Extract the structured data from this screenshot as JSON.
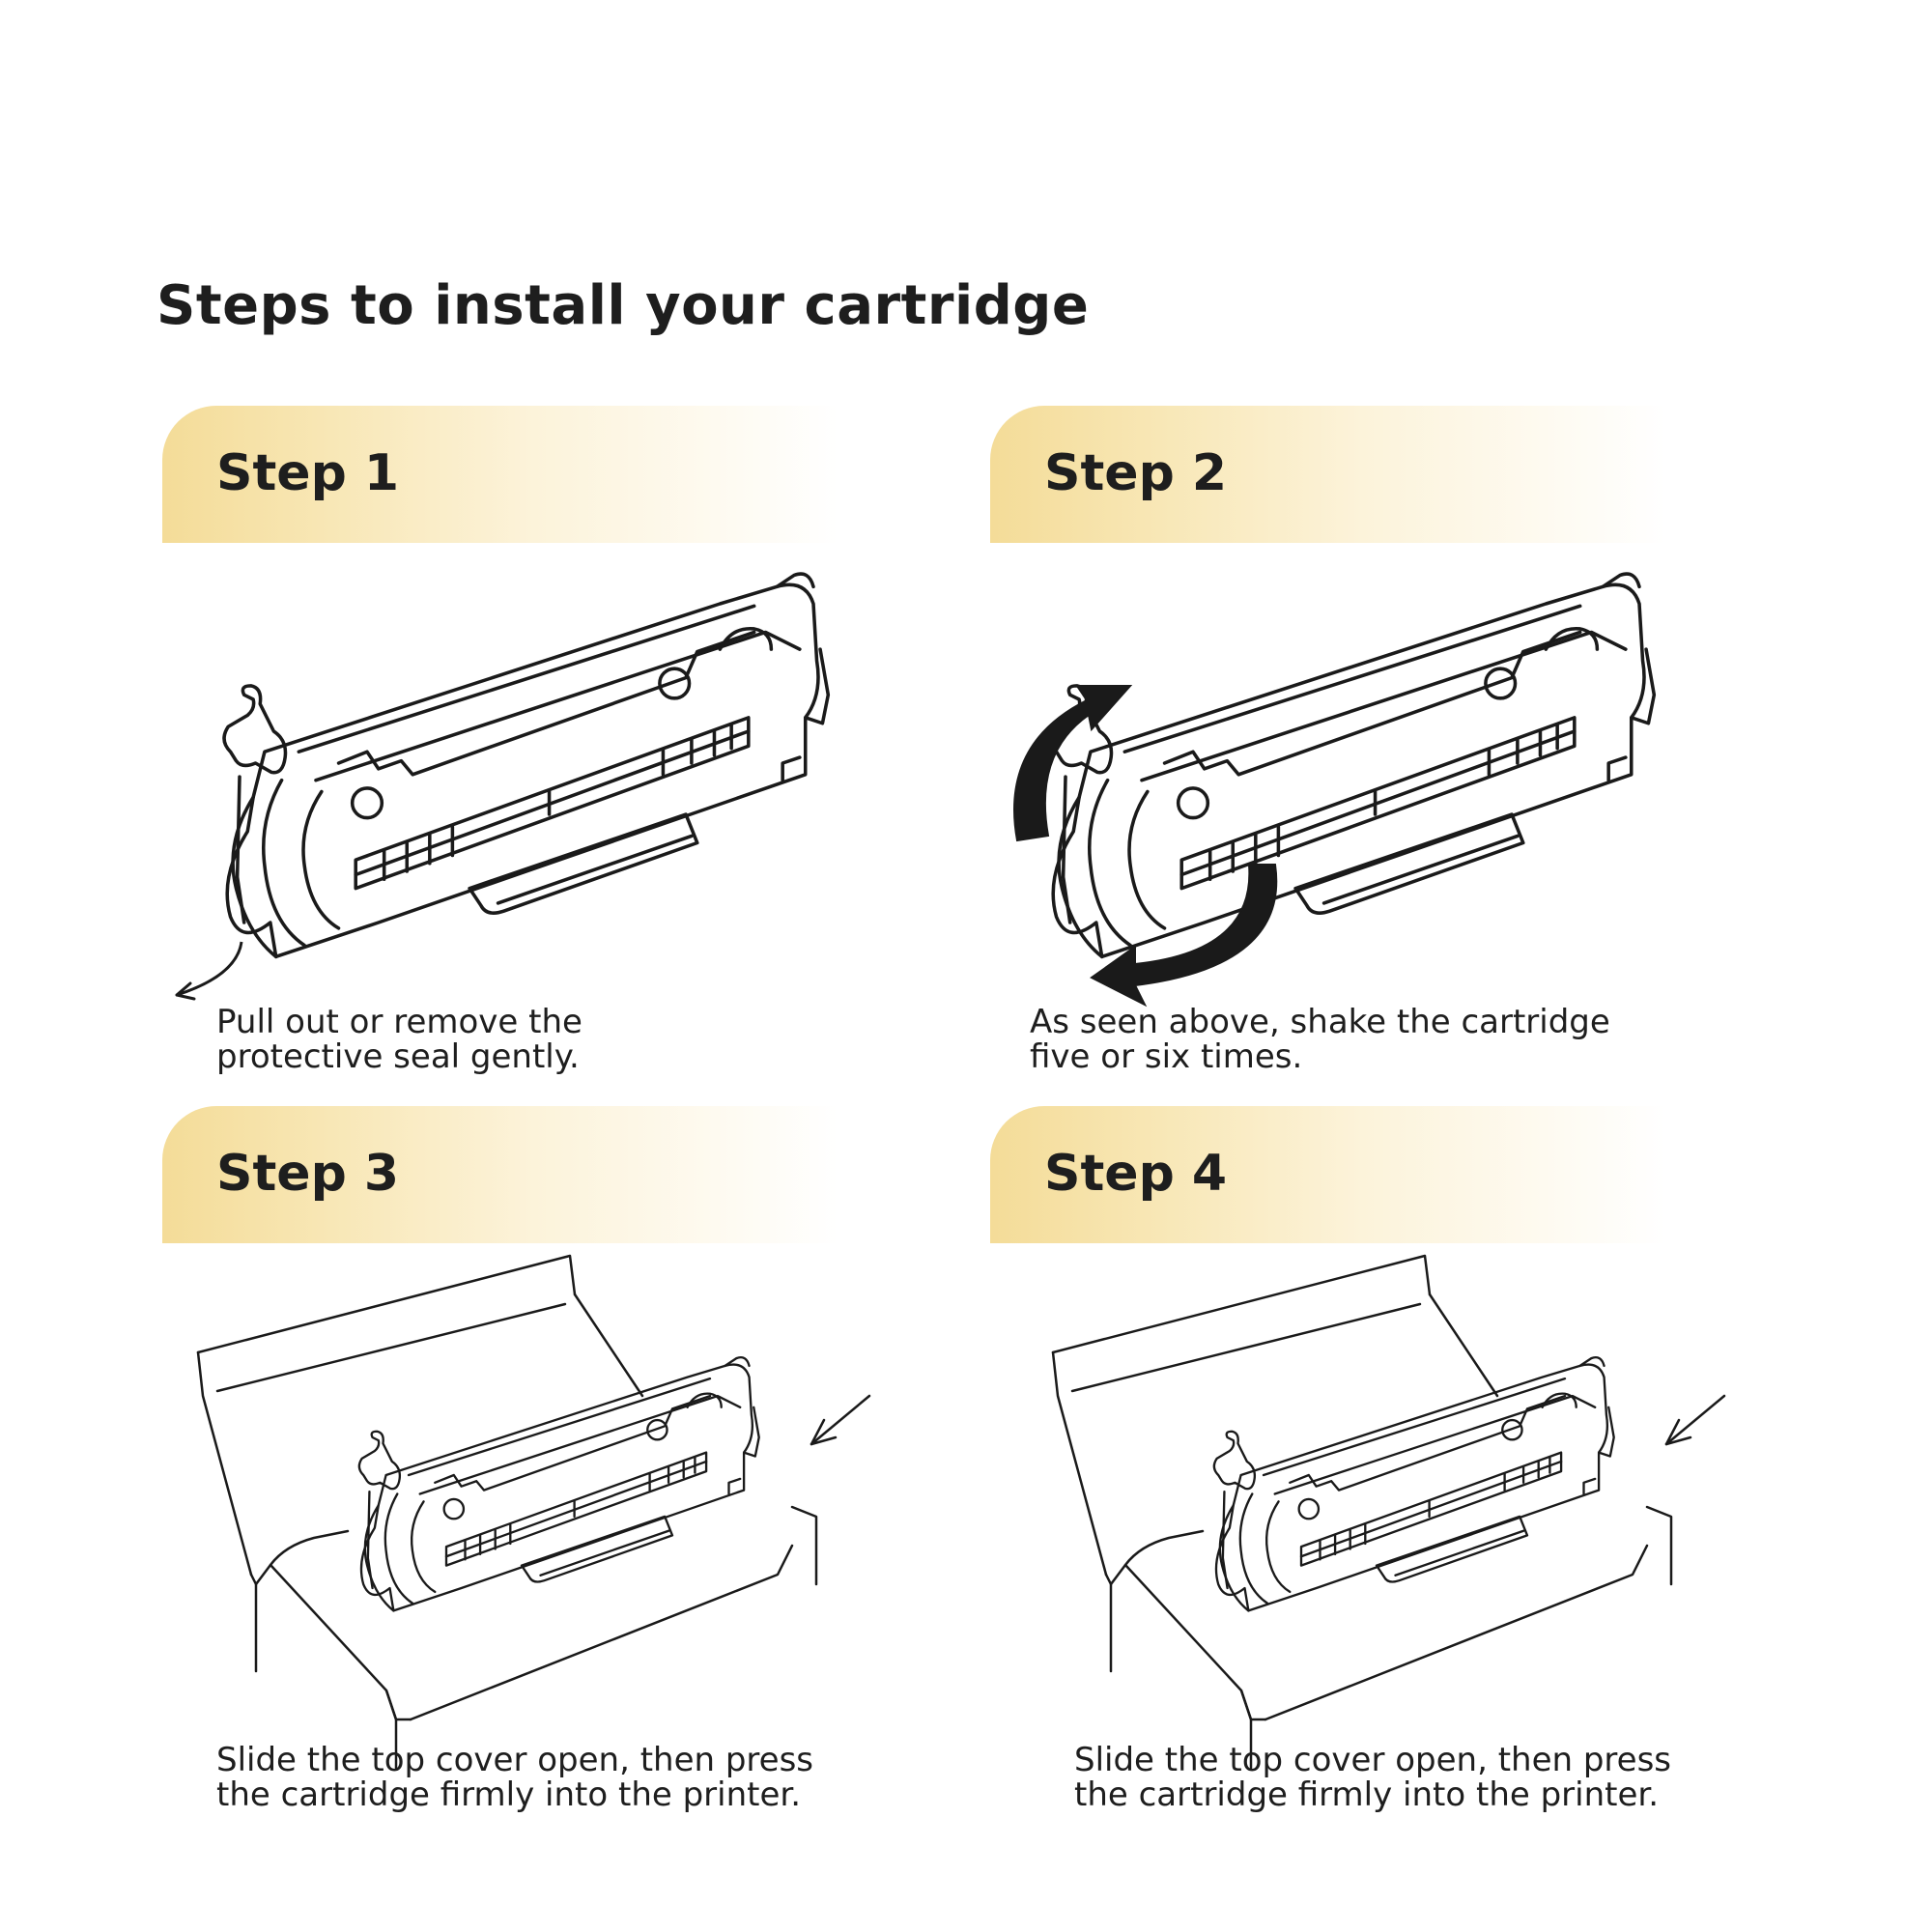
{
  "title": "Steps to install your cartridge",
  "steps": [
    {
      "label": "Step 1",
      "line1": "Pull out or remove the",
      "line2": "protective seal gently."
    },
    {
      "label": "Step 2",
      "line1": "As seen above, shake the cartridge",
      "line2": "five or six times."
    },
    {
      "label": "Step 3",
      "line1": "Slide the top cover open, then press",
      "line2": "the cartridge firmly into the printer."
    },
    {
      "label": "Step 4",
      "line1": "Slide the top cover open, then press",
      "line2": "the cartridge firmly into the printer."
    }
  ],
  "colors": {
    "banner_gold": "#f4dc98",
    "line": "#1a1a1a"
  }
}
